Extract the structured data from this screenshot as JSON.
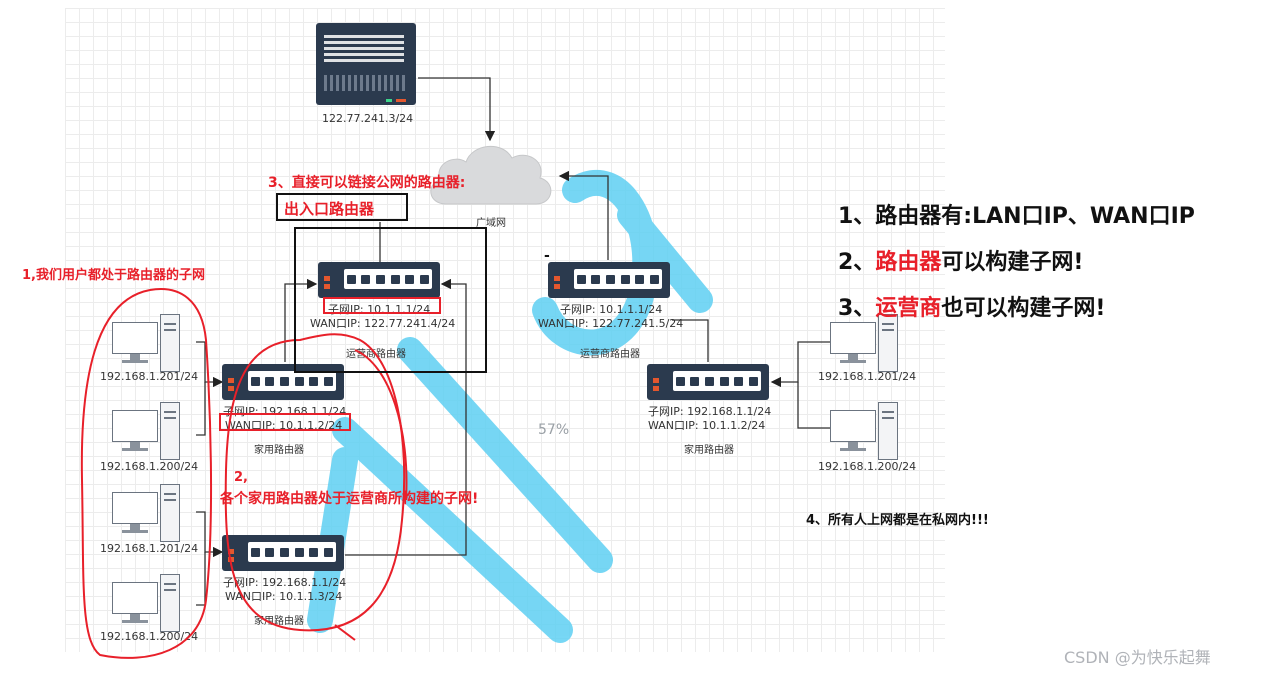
{
  "server": {
    "ip": "122.77.241.3/24"
  },
  "cloud": {
    "label": "广域网"
  },
  "isp_router_1": {
    "subnet_ip": "子网IP:   10.1.1.1/24",
    "wan_ip": "WAN口IP:  122.77.241.4/24",
    "name": "运营商路由器"
  },
  "isp_router_2": {
    "subnet_ip": "子网IP:   10.1.1.1/24",
    "wan_ip": "WAN口IP:  122.77.241.5/24",
    "name": "运营商路由器"
  },
  "home_router_1": {
    "subnet_ip": "子网IP:   192.168.1.1/24",
    "wan_ip": "WAN口IP:  10.1.1.2/24",
    "name": "家用路由器"
  },
  "home_router_2": {
    "subnet_ip": "子网IP:   192.168.1.1/24",
    "wan_ip": "WAN口IP:  10.1.1.3/24",
    "name": "家用路由器"
  },
  "home_router_3": {
    "subnet_ip": "子网IP:   192.168.1.1/24",
    "wan_ip": "WAN口IP:  10.1.1.2/24",
    "name": "家用路由器"
  },
  "pcs_left": [
    "192.168.1.201/24",
    "192.168.1.200/24",
    "192.168.1.201/24",
    "192.168.1.200/24"
  ],
  "pcs_right": [
    "192.168.1.201/24",
    "192.168.1.200/24"
  ],
  "annotations": {
    "a1": "1,我们用户都处于路由器的子网",
    "a2_num": "2,",
    "a2": "各个家用路由器处于运营商所构建的子网!",
    "a3": "3、直接可以链接公网的路由器:",
    "a3_box": "出入口路由器",
    "percent": "57%",
    "a4": "4、所有人上网都是在私网内!!!",
    "dash": "-"
  },
  "right_notes": {
    "n1": "1、路由器有:LAN口IP、WAN口IP",
    "n2_pre": "2、",
    "n2_hl": "路由器",
    "n2_post": "可以构建子网!",
    "n3_pre": "3、",
    "n3_hl": "运营商",
    "n3_post": "也可以构建子网!"
  },
  "watermark": "CSDN @为快乐起舞",
  "colors": {
    "red": "#e8202a",
    "router": "#2b3a4e",
    "cyan": "#27c3f0"
  }
}
